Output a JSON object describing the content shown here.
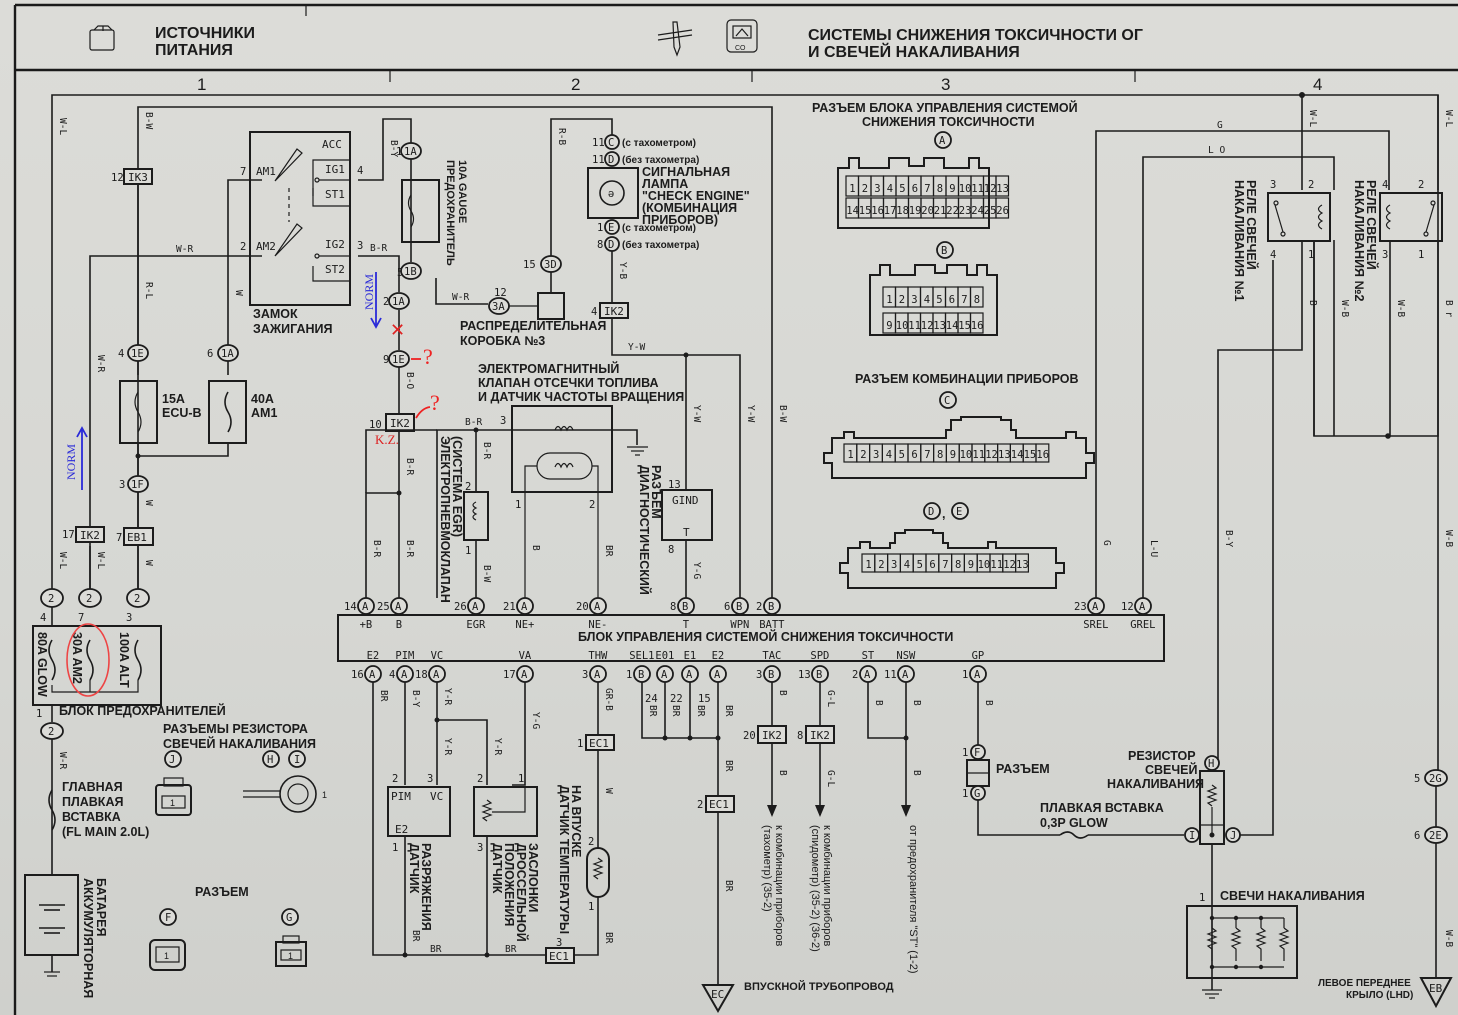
{
  "header": {
    "section_left_title": [
      "ИСТОЧНИКИ",
      "ПИТАНИЯ"
    ],
    "section_right_title": [
      "СИСТЕМЫ СНИЖЕНИЯ ТОКСИЧНОСТИ ОГ",
      "И СВЕЧЕЙ НАКАЛИВАНИЯ"
    ],
    "icons": [
      "battery-icon",
      "glow-plug-icon",
      "emission-tester-icon"
    ],
    "emission_icon_label": "CO",
    "columns": [
      "1",
      "2",
      "3",
      "4"
    ]
  },
  "ignition_switch": {
    "title": [
      "ЗАМОК",
      "ЗАЖИГАНИЯ"
    ],
    "terminals": [
      "ACC",
      "IG1",
      "ST1",
      "IG2",
      "ST2",
      "AM1",
      "AM2"
    ],
    "pins": {
      "am1": "7",
      "am2": "2",
      "ig1": "4",
      "ig2": "3"
    }
  },
  "fuses": {
    "gauge": {
      "label": [
        "ПРЕДОХРАНИТЕЛЬ",
        "10A GAUGE"
      ],
      "pin_in": "10",
      "conn_in": "1A",
      "pin_out": "5",
      "conn_out": "1B"
    },
    "ecu_b": {
      "label": [
        "15A",
        "ECU-B"
      ],
      "pin": "4",
      "conn": "1E"
    },
    "am1": {
      "label": [
        "40A",
        "AM1"
      ],
      "pin": "6",
      "conn": "1A"
    },
    "block_title": "БЛОК ПРЕДОХРАНИТЕЛЕЙ",
    "block_fuses": [
      "80A GLOW",
      "30A AM2",
      "100A ALT"
    ],
    "block_pins": [
      "4",
      "7",
      "3"
    ],
    "block_conn": "2",
    "block_out_pin": "1",
    "main_fusible": [
      "ГЛАВНАЯ",
      "ПЛАВКАЯ",
      "ВСТАВКА",
      "(FL MAIN 2.0L)"
    ],
    "battery": [
      "АККУМУЛЯТОРНАЯ",
      "БАТАРЕЯ"
    ]
  },
  "junctions": {
    "ik3": {
      "pin": "12",
      "label": "IK3"
    },
    "ik2_left": {
      "pin": "17",
      "label": "IK2"
    },
    "eb1": {
      "pin": "7",
      "label": "EB1"
    },
    "conn_1f": {
      "pin": "3",
      "label": "1F"
    },
    "conn_1a_2": {
      "pin": "2",
      "label": "1A"
    },
    "conn_1e_9": {
      "pin": "9",
      "label": "1E"
    },
    "ik2_10": {
      "pin": "10",
      "label": "IK2"
    },
    "ik2_4": {
      "pin": "4",
      "label": "IK2"
    },
    "conn_3a": {
      "pin": "12",
      "label": "3A"
    },
    "conn_3d": {
      "pin": "15",
      "label": "3D"
    },
    "ec1_1": {
      "pin": "1",
      "label": "EC1"
    },
    "ec1_2": {
      "pin": "2",
      "label": "EC1"
    },
    "ec1_3": {
      "pin": "3",
      "label": "EC1"
    },
    "ik2_20": {
      "pin": "20",
      "label": "IK2"
    },
    "ik2_8": {
      "pin": "8",
      "label": "IK2"
    },
    "conn_2g": {
      "pin": "5",
      "label": "2G"
    },
    "conn_2e": {
      "pin": "6",
      "label": "2E"
    }
  },
  "distribution_box": [
    "РАСПРЕДЕЛИТЕЛЬНАЯ",
    "КОРОБКА №3"
  ],
  "check_engine": {
    "label": [
      "СИГНАЛЬНАЯ",
      "ЛАМПА",
      "\"CHECK ENGINE\"",
      "(КОМБИНАЦИЯ",
      "ПРИБОРОВ)"
    ],
    "top_pins": [
      {
        "pin": "11",
        "conn": "C",
        "note": "(с тахометром)"
      },
      {
        "pin": "11",
        "conn": "D",
        "note": "(без тахометра)"
      }
    ],
    "bottom_pins": [
      {
        "pin": "1",
        "conn": "E",
        "note": "(с тахометром)"
      },
      {
        "pin": "8",
        "conn": "D",
        "note": "(без тахометра)"
      }
    ]
  },
  "fuel_cut_valve": {
    "label": [
      "ЭЛЕКТРОМАГНИТНЫЙ",
      "КЛАПАН ОТСЕЧКИ ТОПЛИВА",
      "И ДАТЧИК ЧАСТОТЫ ВРАЩЕНИЯ"
    ],
    "pins": [
      "3",
      "1",
      "2"
    ]
  },
  "egr_valve": {
    "label": [
      "ЭЛЕКТРОПНЕВМОКЛАПАН",
      "(СИСТЕМА EGR)"
    ],
    "pins": [
      "2",
      "1"
    ]
  },
  "diag_connector": {
    "label": [
      "ДИАГНОСТИЧЕСКИЙ",
      "РАЗЪЕМ"
    ],
    "terminals": [
      "GIND",
      "T"
    ],
    "pins": [
      "13",
      "8"
    ]
  },
  "ecu": {
    "title": "БЛОК УПРАВЛЕНИЯ СИСТЕМОЙ СНИЖЕНИЯ ТОКСИЧНОСТИ",
    "top_pins": [
      {
        "num": "14",
        "conn": "A",
        "name": "+B",
        "wire": "B-R"
      },
      {
        "num": "25",
        "conn": "A",
        "name": "B",
        "wire": "B-R"
      },
      {
        "num": "26",
        "conn": "A",
        "name": "EGR",
        "wire": "B-W"
      },
      {
        "num": "21",
        "conn": "A",
        "name": "NE+",
        "wire": "B"
      },
      {
        "num": "20",
        "conn": "A",
        "name": "NE-",
        "wire": "BR"
      },
      {
        "num": "8",
        "conn": "B",
        "name": "T",
        "wire": "Y-G"
      },
      {
        "num": "6",
        "conn": "B",
        "name": "WPN",
        "wire": "Y-W"
      },
      {
        "num": "2",
        "conn": "B",
        "name": "BATT",
        "wire": "B-W"
      },
      {
        "num": "23",
        "conn": "A",
        "name": "SREL",
        "wire": "G"
      },
      {
        "num": "12",
        "conn": "A",
        "name": "GREL",
        "wire": "L-O"
      }
    ],
    "bottom_pins": [
      {
        "num": "16",
        "conn": "A",
        "name": "E2",
        "wire": "BR"
      },
      {
        "num": "4",
        "conn": "A",
        "name": "PIM",
        "wire": "B-Y"
      },
      {
        "num": "18",
        "conn": "A",
        "name": "VC",
        "wire": "Y-R"
      },
      {
        "num": "17",
        "conn": "A",
        "name": "VA",
        "wire": "Y-G"
      },
      {
        "num": "3",
        "conn": "A",
        "name": "THW",
        "wire": "GR-B"
      },
      {
        "num": "1",
        "conn": "B",
        "name": "SEL1",
        "wire": "BR"
      },
      {
        "num": "24",
        "conn": "A",
        "name": "E01",
        "wire": "BR"
      },
      {
        "num": "22",
        "conn": "A",
        "name": "E1",
        "wire": "BR"
      },
      {
        "num": "15",
        "conn": "A",
        "name": "E2",
        "wire": "BR"
      },
      {
        "num": "3",
        "conn": "B",
        "name": "TAC",
        "wire": "B"
      },
      {
        "num": "13",
        "conn": "B",
        "name": "SPD",
        "wire": "G-L"
      },
      {
        "num": "2",
        "conn": "A",
        "name": "ST",
        "wire": "B"
      },
      {
        "num": "11",
        "conn": "A",
        "name": "NSW",
        "wire": "B"
      },
      {
        "num": "1",
        "conn": "A",
        "name": "GP",
        "wire": "B"
      }
    ]
  },
  "sensors": {
    "vacuum": {
      "label": [
        "ДАТЧИК",
        "РАЗРЯЖЕНИЯ"
      ],
      "terminals": [
        "PIM",
        "VC",
        "E2"
      ],
      "pins": [
        "2",
        "3",
        "1"
      ]
    },
    "throttle": {
      "label": [
        "ДАТЧИК",
        "ПОЛОЖЕНИЯ",
        "ДРОССЕЛЬНОЙ",
        "ЗАСЛОНКИ"
      ],
      "pins": [
        "2",
        "1",
        "3"
      ]
    },
    "intake_temp": {
      "label": [
        "ДАТЧИК ТЕМПЕРАТУРЫ",
        "НА ВПУСКЕ"
      ],
      "pins": [
        "2",
        "1"
      ]
    }
  },
  "destinations": {
    "tach": [
      "к комбинации приборов",
      "(тахометр) (35-2)"
    ],
    "speedo": [
      "к комбинации приборов",
      "(спидометр) (35-2) (36-2)"
    ],
    "st_fuse": [
      "от предохранителя \"ST\" (1-2)"
    ],
    "ec_ground": "ВПУСКНОЙ ТРУБОПРОВОД",
    "ec_ground_label": "EC",
    "eb_ground": [
      "ЛЕВОЕ ПЕРЕДНЕЕ",
      "КРЫЛО (LHD)"
    ],
    "eb_ground_label": "EB"
  },
  "connectors_legend": {
    "ecu_title": [
      "РАЗЪЕМ БЛОКА УПРАВЛЕНИЯ СИСТЕМОЙ",
      "СНИЖЕНИЯ ТОКСИЧНОСТИ"
    ],
    "a_label": "A",
    "a_row1": [
      "1",
      "2",
      "3",
      "4",
      "5",
      "6",
      "7",
      "8",
      "9",
      "10",
      "11",
      "12",
      "13"
    ],
    "a_row2": [
      "14",
      "15",
      "16",
      "17",
      "18",
      "19",
      "20",
      "21",
      "22",
      "23",
      "24",
      "25",
      "26"
    ],
    "b_label": "B",
    "b_row1": [
      "1",
      "2",
      "3",
      "4",
      "5",
      "6",
      "7",
      "8"
    ],
    "b_row2": [
      "9",
      "10",
      "11",
      "12",
      "13",
      "14",
      "15",
      "16"
    ],
    "combo_title": "РАЗЪЕМ КОМБИНАЦИИ ПРИБОРОВ",
    "c_label": "C",
    "c_row": [
      "1",
      "2",
      "3",
      "4",
      "5",
      "6",
      "7",
      "8",
      "9",
      "10",
      "11",
      "12",
      "13",
      "14",
      "15",
      "16"
    ],
    "de_label": [
      "D",
      "E"
    ],
    "de_row": [
      "1",
      "2",
      "3",
      "4",
      "5",
      "6",
      "7",
      "8",
      "9",
      "10",
      "11",
      "12",
      "13"
    ],
    "resistor_title": [
      "РАЗЪЕМЫ РЕЗИСТОРА",
      "СВЕЧЕЙ НАКАЛИВАНИЯ"
    ],
    "j_label": "J",
    "h_label": "H",
    "i_label": "I",
    "pin1": "1",
    "plug_title": "РАЗЪЕМ",
    "f_label": "F",
    "g_label": "G"
  },
  "glow_system": {
    "relay1": {
      "label": [
        "РЕЛЕ СВЕЧЕЙ",
        "НАКАЛИВАНИЯ №1"
      ],
      "pins": [
        "3",
        "2",
        "4",
        "1"
      ]
    },
    "relay2": {
      "label": [
        "РЕЛЕ СВЕЧЕЙ",
        "НАКАЛИВАНИЯ №2"
      ],
      "pins": [
        "4",
        "2",
        "3",
        "1"
      ]
    },
    "wire_labels": {
      "g": "G",
      "lo": "L O",
      "wl1": "W-L",
      "wl2": "W-L",
      "b1": "B",
      "wb1": "W-B",
      "wb2": "W-B",
      "br": "B r",
      "by": "B-Y",
      "b2": "B",
      "wb3": "W-B",
      "lu": "L-U",
      "g2": "G",
      "wb4": "W-B"
    },
    "resistor": [
      "РЕЗИСТОР",
      "СВЕЧЕЙ",
      "НАКАЛИВАНИЯ"
    ],
    "fusible": [
      "ПЛАВКАЯ ВСТАВКА",
      "0,3P GLOW"
    ],
    "plug_connector": "РАЗЪЕМ",
    "glow_plugs": "СВЕЧИ НАКАЛИВАНИЯ",
    "pin1": "1"
  },
  "wire_labels": {
    "wl_main": "W-L",
    "bw_top": "B-W",
    "rl": "R-L",
    "w_am1": "W",
    "wr": "W-R",
    "wr2": "W-R",
    "by_ig": "B-Y",
    "br_ig": "B-R",
    "wl_b1": "W-L",
    "wl_b2": "W-L",
    "w_b3": "W",
    "w_eb": "W",
    "rb": "R-B",
    "yb": "Y-B",
    "yw": "Y-W",
    "yw2": "Y-W",
    "yw3": "Y-W",
    "bw2": "B-W",
    "bo": "B-O",
    "br_a": "B-R",
    "br_b": "B-R",
    "br_c": "B-R",
    "br_d": "B-R",
    "bw_egr": "B-W",
    "b_ne": "B",
    "br_ne": "BR",
    "yg": "Y-G",
    "wr_main": "W-R",
    "yr1": "Y-R",
    "yr2": "Y-R",
    "by2": "B-Y",
    "yg2": "Y-G",
    "br_bot": "BR",
    "br_bot2": "BR",
    "br_bot3": "BR",
    "br_pim": "BR",
    "w_thw": "W",
    "grb": "GR-B",
    "br_ec": "BR",
    "br_ec2": "BR",
    "b_tac": "B",
    "gl": "G-L",
    "gl2": "G-L",
    "b_st": "B",
    "b_nsw": "B",
    "b_st2": "B",
    "b_tac2": "B",
    "b_gp": "B"
  },
  "annotations": {
    "norm_left": "NORM",
    "norm_mid": "NORM",
    "kz": "K.Z.",
    "question": "?",
    "cross": "✕"
  }
}
